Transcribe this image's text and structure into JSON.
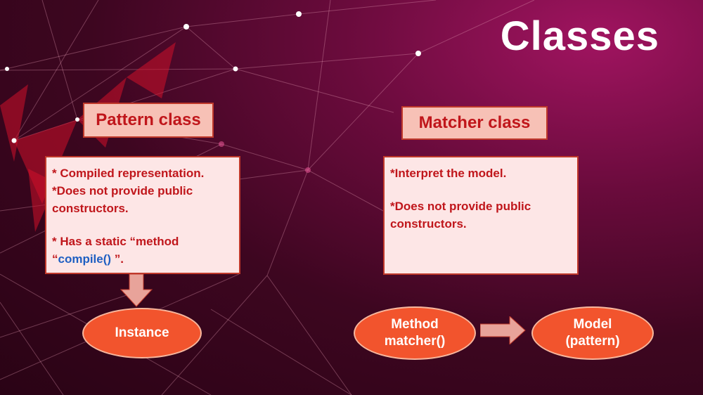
{
  "title": "Classes",
  "pattern": {
    "header": "Pattern class",
    "line1": "* Compiled representation.",
    "line2": "*Does not provide public constructors.",
    "line3_prefix": "* Has a static “method “",
    "line3_code": "compile()",
    "line3_suffix": " ”.",
    "result": "Instance"
  },
  "matcher": {
    "header": "Matcher class",
    "line1": "*Interpret the model.",
    "line2": "*Does not provide public constructors.",
    "method_line1": "Method",
    "method_line2": "matcher()",
    "model_line1": "Model",
    "model_line2": "(pattern)"
  },
  "colors": {
    "header_fill": "#f7c1b6",
    "box_fill": "#fde6e6",
    "text_red": "#c0161b",
    "code_blue": "#1f5fc2",
    "ellipse_fill": "#f2542d",
    "arrow_fill": "#e8a39a"
  }
}
